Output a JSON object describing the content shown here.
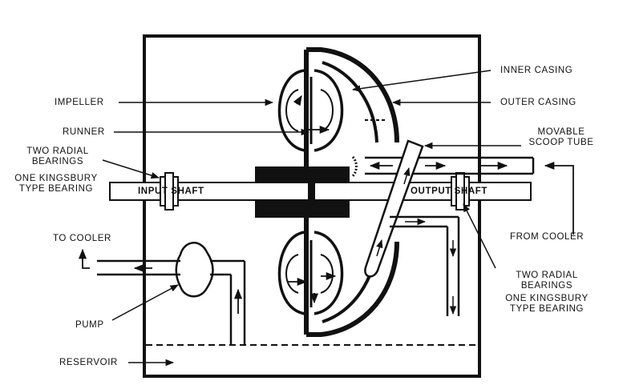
{
  "labels": {
    "inner_casing": "INNER CASING",
    "outer_casing": "OUTER CASING",
    "impeller": "IMPELLER",
    "runner": "RUNNER",
    "movable_1": "MOVABLE",
    "movable_2": "SCOOP TUBE",
    "two_radial_left_1": "TWO RADIAL",
    "two_radial_left_2": "BEARINGS",
    "kingsbury_left_1": "ONE KINGSBURY",
    "kingsbury_left_2": "TYPE BEARING",
    "input_shaft": "INPUT SHAFT",
    "output_shaft": "OUTPUT SHAFT",
    "from_cooler": "FROM COOLER",
    "to_cooler": "TO COOLER",
    "two_radial_right_1": "TWO RADIAL",
    "two_radial_right_2": "BEARINGS",
    "kingsbury_right_1": "ONE KINGSBURY",
    "kingsbury_right_2": "TYPE BEARING",
    "pump": "PUMP",
    "reservoir": "RESERVOIR"
  },
  "colors": {
    "ink": "#111111",
    "background": "#ffffff"
  }
}
